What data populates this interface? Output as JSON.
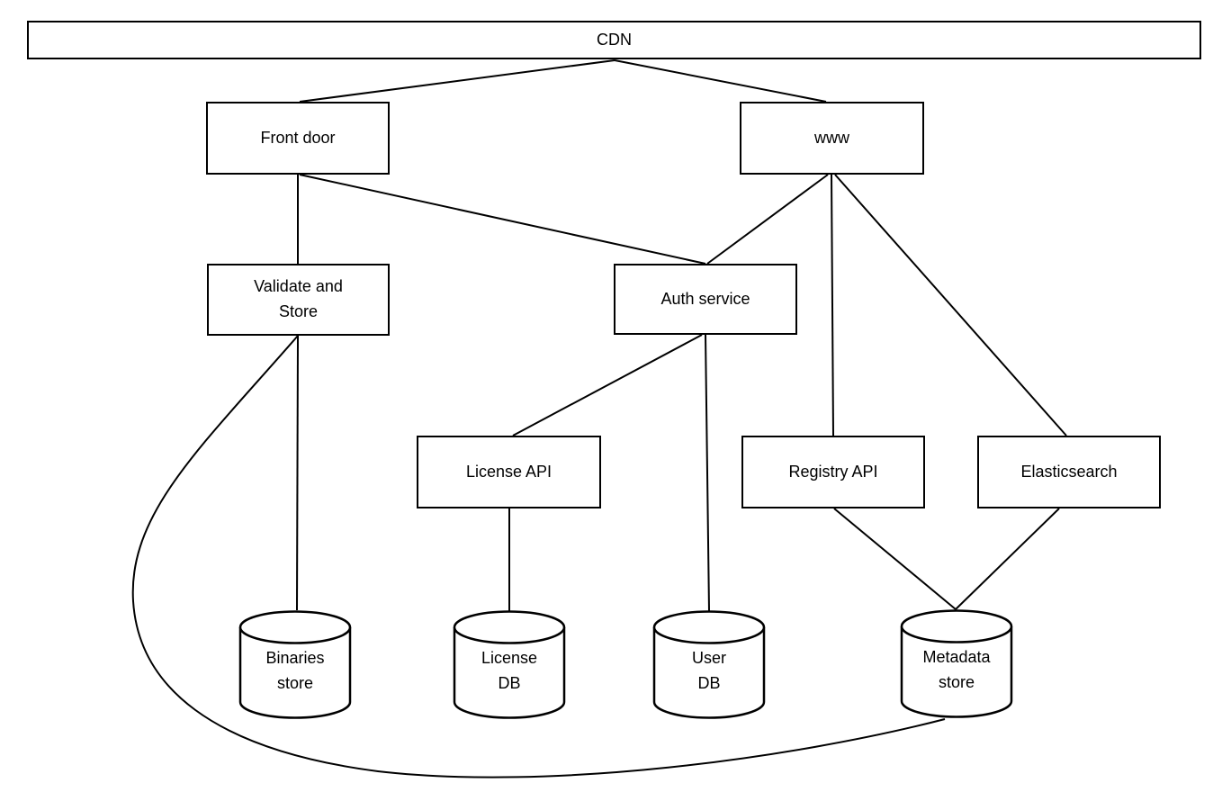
{
  "diagram": {
    "type": "architecture-diagram",
    "nodes": {
      "cdn": {
        "label": "CDN",
        "shape": "box"
      },
      "front_door": {
        "label": "Front door",
        "shape": "box"
      },
      "www": {
        "label": "www",
        "shape": "box"
      },
      "validate_store": {
        "label": "Validate and\nStore",
        "shape": "box"
      },
      "auth_service": {
        "label": "Auth service",
        "shape": "box"
      },
      "license_api": {
        "label": "License API",
        "shape": "box"
      },
      "registry_api": {
        "label": "Registry API",
        "shape": "box"
      },
      "elasticsearch": {
        "label": "Elasticsearch",
        "shape": "box"
      },
      "binaries_store": {
        "label": "Binaries\nstore",
        "shape": "cylinder"
      },
      "license_db": {
        "label": "License\nDB",
        "shape": "cylinder"
      },
      "user_db": {
        "label": "User\nDB",
        "shape": "cylinder"
      },
      "metadata_store": {
        "label": "Metadata\nstore",
        "shape": "cylinder"
      }
    },
    "edges": [
      {
        "from": "cdn",
        "to": "front_door",
        "style": "straight"
      },
      {
        "from": "cdn",
        "to": "www",
        "style": "straight"
      },
      {
        "from": "front_door",
        "to": "validate_store",
        "style": "straight"
      },
      {
        "from": "front_door",
        "to": "auth_service",
        "style": "straight"
      },
      {
        "from": "www",
        "to": "auth_service",
        "style": "straight"
      },
      {
        "from": "www",
        "to": "registry_api",
        "style": "straight"
      },
      {
        "from": "www",
        "to": "elasticsearch",
        "style": "straight"
      },
      {
        "from": "auth_service",
        "to": "license_api",
        "style": "straight"
      },
      {
        "from": "auth_service",
        "to": "user_db",
        "style": "straight"
      },
      {
        "from": "validate_store",
        "to": "binaries_store",
        "style": "straight"
      },
      {
        "from": "validate_store",
        "to": "metadata_store",
        "style": "curved"
      },
      {
        "from": "license_api",
        "to": "license_db",
        "style": "straight"
      },
      {
        "from": "registry_api",
        "to": "metadata_store",
        "style": "straight"
      },
      {
        "from": "elasticsearch",
        "to": "metadata_store",
        "style": "straight"
      }
    ],
    "colors": {
      "background": "#ffffff",
      "stroke": "#000000",
      "node_fill": "#ffffff",
      "text": "#000000"
    }
  }
}
